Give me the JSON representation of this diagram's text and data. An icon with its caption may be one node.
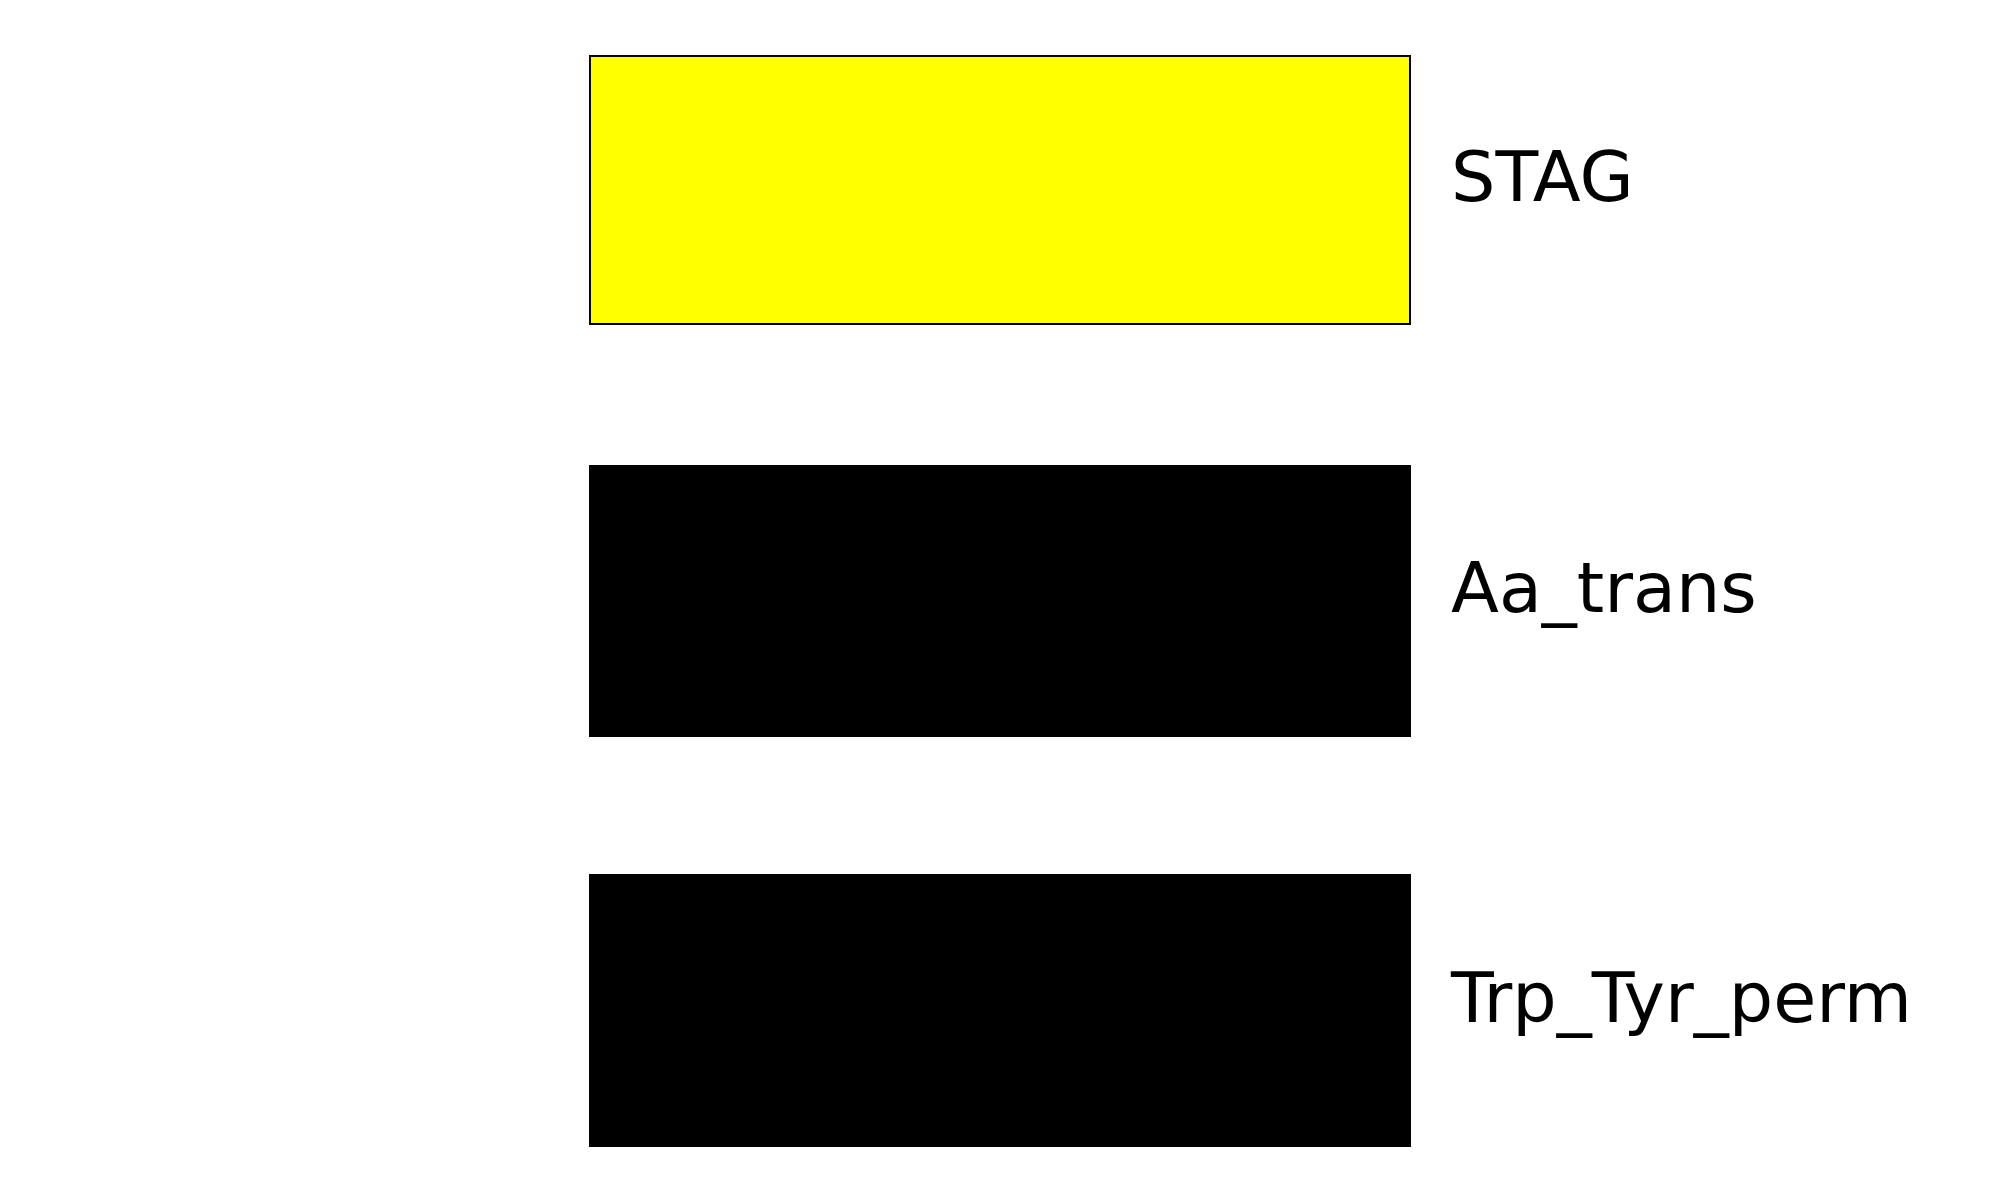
{
  "diagram": {
    "legend": [
      {
        "text": "STAG",
        "color": "#ffff00"
      },
      {
        "text": "Aa_trans",
        "color": "#000000"
      },
      {
        "text": "Trp_Tyr_perm",
        "color": "#000000"
      }
    ]
  }
}
